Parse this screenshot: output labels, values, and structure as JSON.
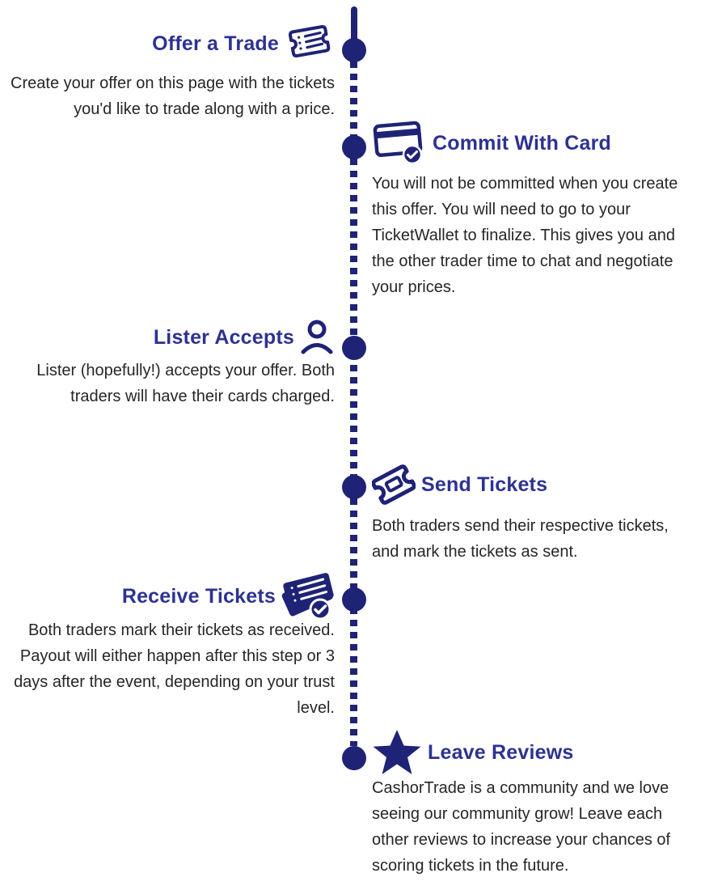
{
  "colors": {
    "timeline_navy": "#1F2376",
    "title_blue": "#2D3292",
    "body_text": "#262626",
    "background": "#FFFFFF"
  },
  "timeline": {
    "node_count": 6,
    "steps": [
      {
        "side": "left",
        "icon": "trade-tickets-icon",
        "title": "Offer a Trade",
        "description": "Create your offer on this page with the tickets you'd like to trade along with a price."
      },
      {
        "side": "right",
        "icon": "credit-card-check-icon",
        "title": "Commit With Card",
        "description": "You will not be committed when you create this offer. You will need to go to your TicketWallet to finalize. This gives you and the other trader time to chat and negotiate your prices."
      },
      {
        "side": "left",
        "icon": "person-icon",
        "title": "Lister Accepts",
        "description": "Lister (hopefully!) accepts your offer. Both traders will have their cards charged."
      },
      {
        "side": "right",
        "icon": "ticket-icon",
        "title": "Send Tickets",
        "description": "Both traders send their respective tickets, and mark the tickets as sent."
      },
      {
        "side": "left",
        "icon": "received-tickets-check-icon",
        "title": "Receive Tickets",
        "description": "Both traders mark their tickets as received. Payout will either happen after this step or 3 days after the event, depending on your trust level."
      },
      {
        "side": "right",
        "icon": "star-icon",
        "title": "Leave Reviews",
        "description": "CashorTrade is a community and we love seeing our community grow! Leave each other reviews to increase your chances of scoring tickets in the future."
      }
    ]
  }
}
